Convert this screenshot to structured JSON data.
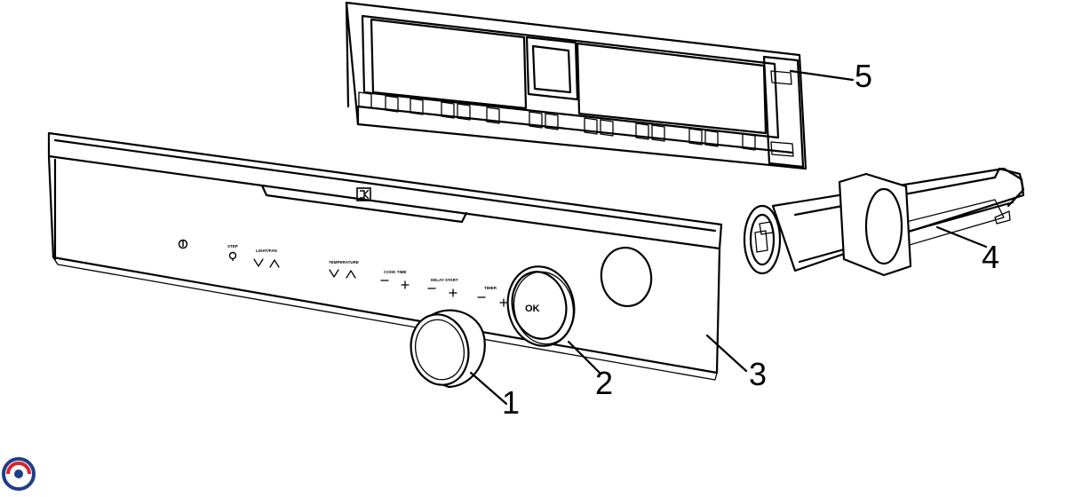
{
  "callouts": [
    "1",
    "2",
    "3",
    "4",
    "5"
  ],
  "panel": {
    "ok_label": "OK",
    "tiny_labels": [
      "STEP",
      "LIGHT/FAN",
      "TEMPERATURE",
      "COOK TIME",
      "DELAY START",
      "TIMER"
    ]
  },
  "icons": [
    "power-icon",
    "light-icon",
    "brand-logo-icon",
    "watermark-logo-icon"
  ],
  "colors": {
    "line": "#000000",
    "background": "#ffffff",
    "logo_blue": "#1f3d8a",
    "logo_red": "#d6262c"
  }
}
